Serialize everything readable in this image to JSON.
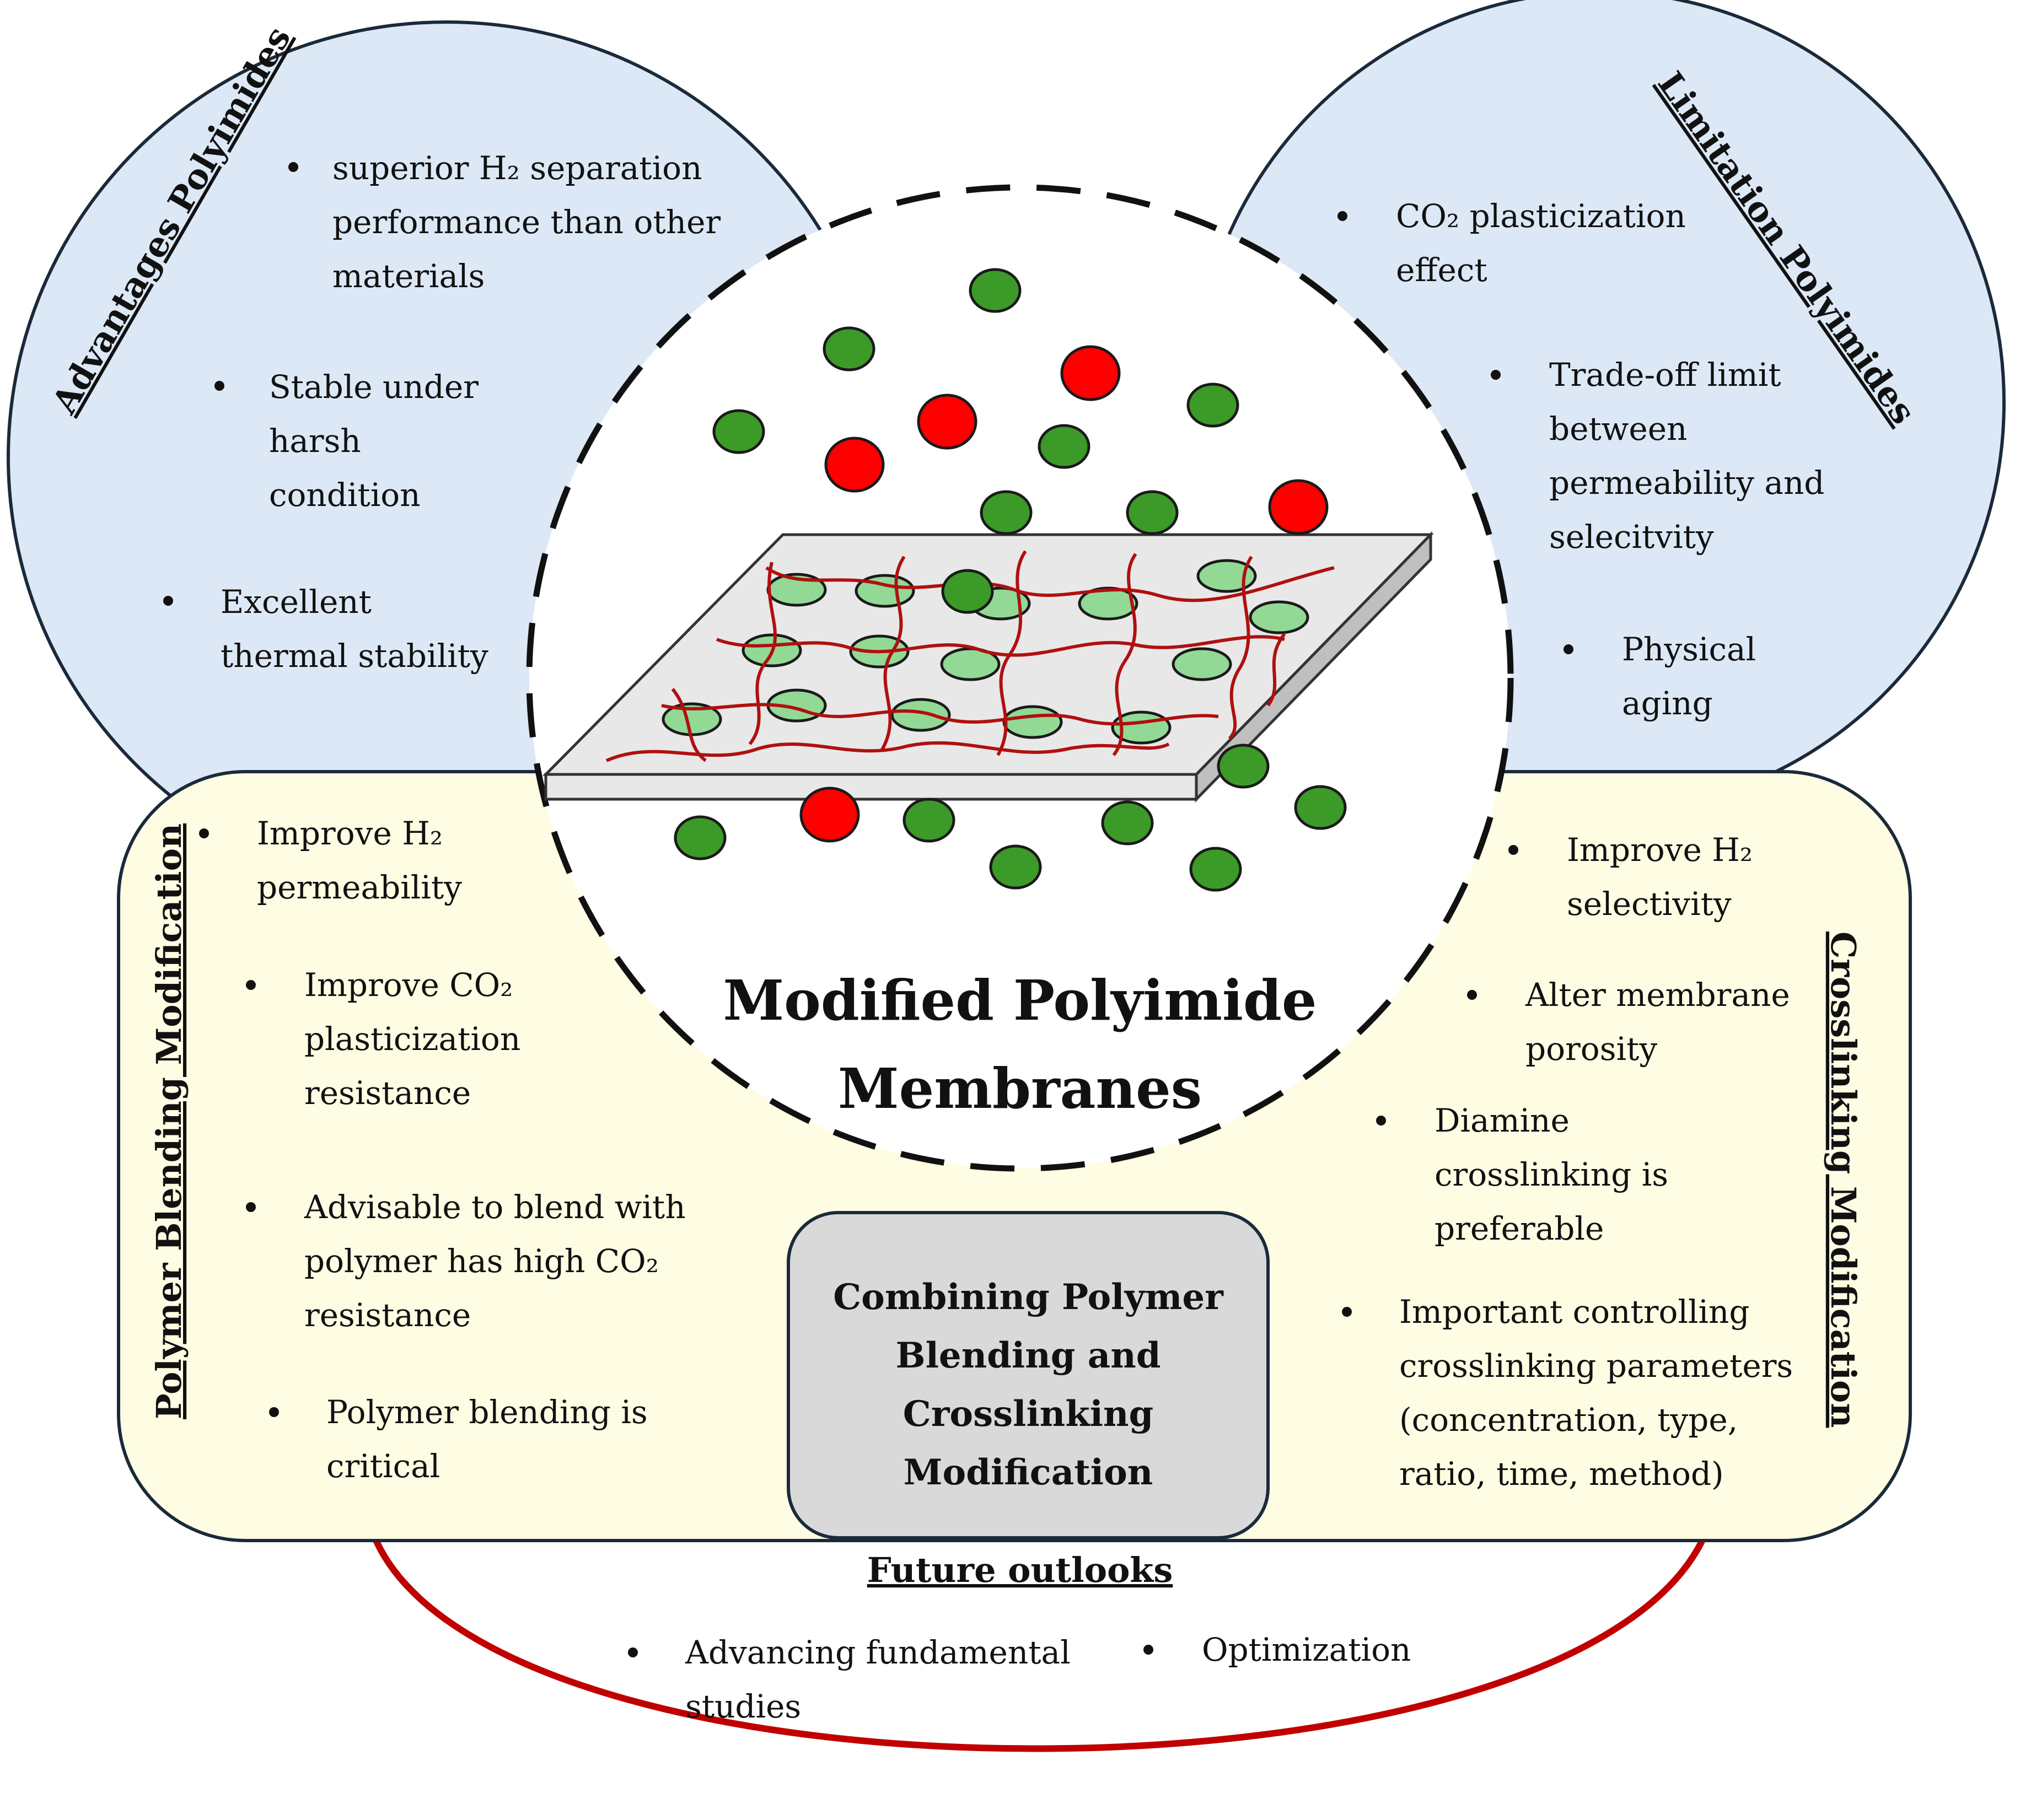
{
  "colors": {
    "circle_fill": "#dce8f5",
    "rounded_fill": "#fefde3",
    "center_fill": "#ffffff",
    "combined_fill": "#d9d9d9",
    "red_arc": "#c00000",
    "green_particle": "#3c9a28",
    "red_particle": "#ff0000",
    "light_green": "#92d996",
    "chain_red": "#b01010",
    "plate_top": "#e8e8e8",
    "plate_side": "#bfbfbf"
  },
  "advantages": {
    "title": "Advantages Polyimides",
    "items": [
      [
        "superior H₂ separation",
        "performance than other",
        "materials"
      ],
      [
        "Stable under",
        "harsh",
        "condition"
      ],
      [
        "Excellent",
        "thermal stability"
      ]
    ]
  },
  "limitations": {
    "title": "Limitation Polyimides",
    "items": [
      [
        "CO₂ plasticization",
        "effect"
      ],
      [
        "Trade-off limit",
        "between",
        "permeability and",
        "selecitvity"
      ],
      [
        "Physical",
        "aging"
      ]
    ]
  },
  "center": {
    "title_line1": "Modified Polyimide",
    "title_line2": "Membranes"
  },
  "blending": {
    "title": "Polymer Blending Modification",
    "items": [
      [
        "Improve H₂",
        "permeability"
      ],
      [
        "Improve CO₂",
        "plasticization",
        "resistance"
      ],
      [
        "Advisable to blend with",
        "polymer has high CO₂",
        "resistance"
      ],
      [
        "Polymer blending is",
        "critical"
      ]
    ]
  },
  "crosslinking": {
    "title": "Crosslinking Modification",
    "items": [
      [
        "Improve H₂",
        "selectivity"
      ],
      [
        "Alter membrane",
        "porosity"
      ],
      [
        "Diamine",
        "crosslinking is",
        "preferable"
      ],
      [
        "Important controlling",
        "crosslinking parameters",
        "(concentration, type,",
        "ratio, time, method)"
      ]
    ]
  },
  "combined": {
    "lines": [
      "Combining Polymer",
      "Blending and",
      "Crosslinking",
      "Modification"
    ]
  },
  "future": {
    "title": "Future outlooks",
    "items": [
      [
        "Advancing fundamental",
        "studies"
      ],
      [
        "Optimization"
      ]
    ]
  }
}
